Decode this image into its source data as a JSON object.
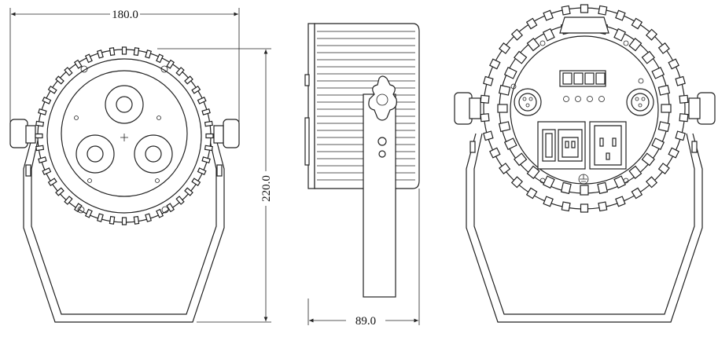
{
  "dimensions": {
    "width_label": "180.0",
    "height_label": "220.0",
    "depth_label": "89.0"
  },
  "views": {
    "front": "front-view",
    "side": "side-view",
    "rear": "rear-view"
  }
}
